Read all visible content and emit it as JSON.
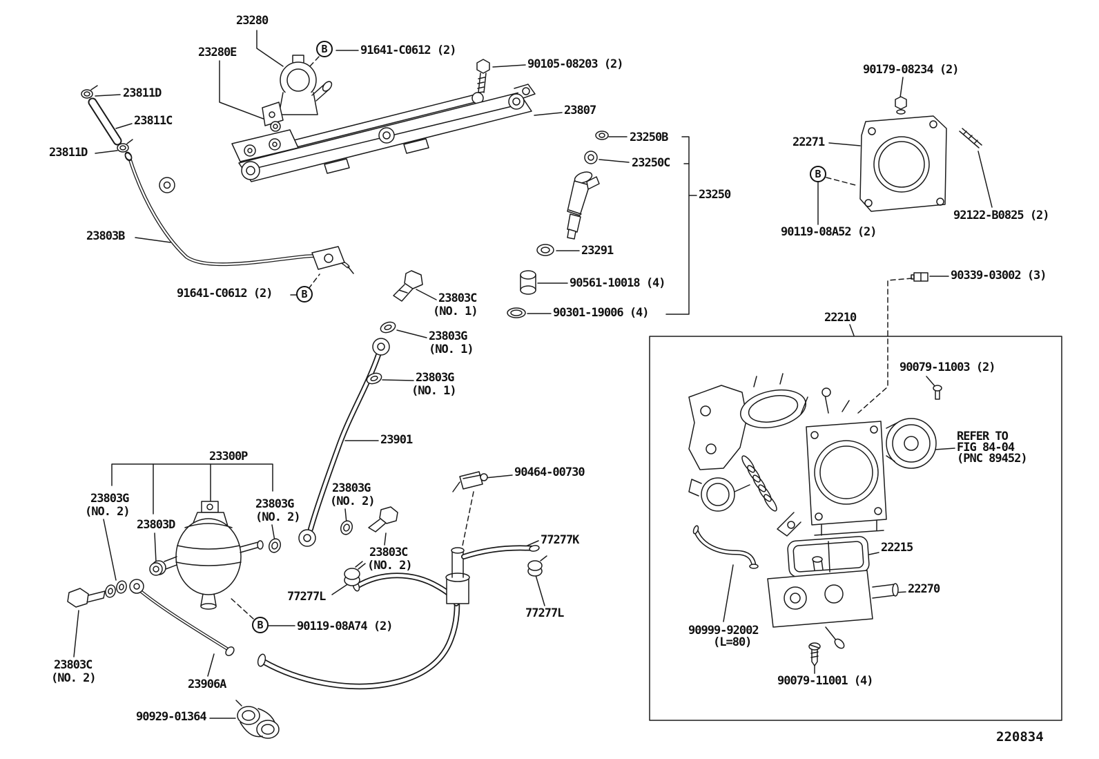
{
  "document": {
    "figure_code": "220834",
    "callout_letter": "B",
    "palette": {
      "line": "#1a1a1a",
      "background": "#ffffff"
    }
  },
  "labels": [
    {
      "text": "23280"
    },
    {
      "text": "23280E"
    },
    {
      "text": "91641-C0612 (2)"
    },
    {
      "text": "90105-08203 (2)"
    },
    {
      "text": "23811D"
    },
    {
      "text": "23811C"
    },
    {
      "text": "23807"
    },
    {
      "text": "23811D"
    },
    {
      "text": "23250B"
    },
    {
      "text": "23250C"
    },
    {
      "text": "90179-08234 (2)"
    },
    {
      "text": "22271"
    },
    {
      "text": "23250"
    },
    {
      "text": "92122-B0825 (2)"
    },
    {
      "text": "90119-08A52 (2)"
    },
    {
      "text": "23803B"
    },
    {
      "text": "23291"
    },
    {
      "text": "90561-10018 (4)"
    },
    {
      "text": "91641-C0612 (2)"
    },
    {
      "text": "23803C"
    },
    {
      "text": "(NO. 1)"
    },
    {
      "text": "90301-19006 (4)"
    },
    {
      "text": "90339-03002 (3)"
    },
    {
      "text": "23803G"
    },
    {
      "text": "(NO. 1)"
    },
    {
      "text": "22210"
    },
    {
      "text": "23803G"
    },
    {
      "text": "(NO. 1)"
    },
    {
      "text": "90079-11003 (2)"
    },
    {
      "text": "23901"
    },
    {
      "text": "REFER TO"
    },
    {
      "text": "FIG 84-04"
    },
    {
      "text": "(PNC 89452)"
    },
    {
      "text": "23300P"
    },
    {
      "text": "90464-00730"
    },
    {
      "text": "23803G"
    },
    {
      "text": "(NO. 2)"
    },
    {
      "text": "23803G"
    },
    {
      "text": "(NO. 2)"
    },
    {
      "text": "23803D"
    },
    {
      "text": "23803G"
    },
    {
      "text": "(NO. 2)"
    },
    {
      "text": "77277K"
    },
    {
      "text": "22215"
    },
    {
      "text": "23803C"
    },
    {
      "text": "(NO. 2)"
    },
    {
      "text": "22270"
    },
    {
      "text": "77277L"
    },
    {
      "text": "90119-08A74 (2)"
    },
    {
      "text": "77277L"
    },
    {
      "text": "90999-92002"
    },
    {
      "text": "(L=80)"
    },
    {
      "text": "23803C"
    },
    {
      "text": "(NO. 2)"
    },
    {
      "text": "23906A"
    },
    {
      "text": "90079-11001 (4)"
    },
    {
      "text": "90929-01364"
    },
    {
      "text": "220834"
    }
  ]
}
